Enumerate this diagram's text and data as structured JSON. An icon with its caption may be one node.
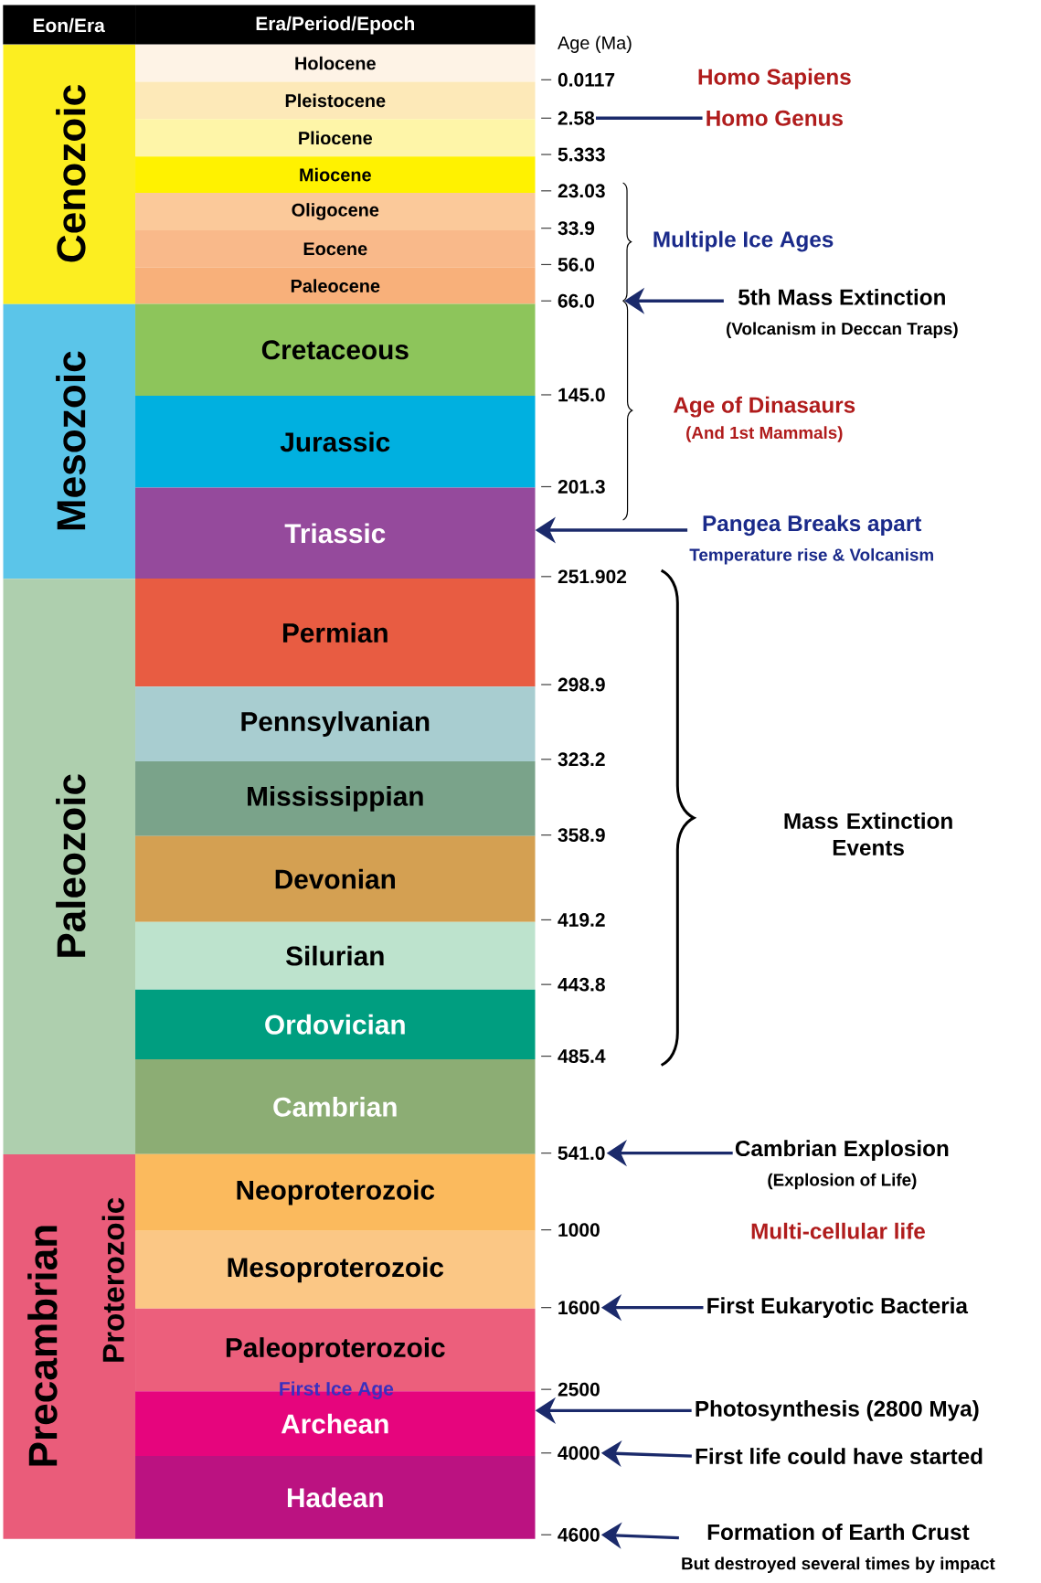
{
  "diagram": {
    "nodes": [
      {
        "text": [
          "Cenozoic"
        ]
      },
      {
        "text": [
          "Mesozoic"
        ]
      },
      {
        "text": [
          "Paleozoic"
        ]
      },
      {
        "text": [
          "Precambrian",
          "Proterozoic"
        ]
      },
      {
        "text": [
          "Holocene"
        ]
      },
      {
        "text": [
          "Pleistocene"
        ]
      },
      {
        "text": [
          "Pliocene"
        ]
      },
      {
        "text": [
          "Miocene"
        ]
      },
      {
        "text": [
          "Oligocene"
        ]
      },
      {
        "text": [
          "Eocene"
        ]
      },
      {
        "text": [
          "Paleocene"
        ]
      },
      {
        "text": [
          "Cretaceous"
        ]
      },
      {
        "text": [
          "Jurassic"
        ]
      },
      {
        "text": [
          "Triassic"
        ]
      },
      {
        "text": [
          "Permian"
        ]
      },
      {
        "text": [
          "Pennsylvanian"
        ]
      },
      {
        "text": [
          "Mississippian"
        ]
      },
      {
        "text": [
          "Devonian"
        ]
      },
      {
        "text": [
          "Silurian"
        ]
      },
      {
        "text": [
          "Ordovician"
        ]
      },
      {
        "text": [
          "Cambrian"
        ]
      },
      {
        "text": [
          "Neoproterozoic"
        ]
      },
      {
        "text": [
          "Mesoproterozoic"
        ]
      },
      {
        "text": [
          "Paleoproterozoic"
        ]
      },
      {
        "text": [
          "Archean"
        ]
      },
      {
        "text": [
          "Hadean"
        ]
      },
      {
        "text": [
          "2.58"
        ]
      },
      {
        "text": [
          "66.0"
        ]
      },
      {
        "text": [
          "541.0"
        ]
      },
      {
        "text": [
          "1600"
        ]
      },
      {
        "text": [
          "4000"
        ]
      },
      {
        "text": [
          "4600"
        ]
      },
      {
        "text": [
          "Homo Genus"
        ]
      },
      {
        "text": [
          "5th Mass Extinction",
          "(Volcanism in Deccan Traps)"
        ]
      },
      {
        "text": [
          "Pangea Breaks apart",
          "Temperature rise & Volcanism"
        ]
      },
      {
        "text": [
          "Cambrian Explosion",
          "(Explosion of Life)"
        ]
      },
      {
        "text": [
          "First Eukaryotic Bacteria"
        ]
      },
      {
        "text": [
          "Photosynthesis (2800 Mya)"
        ]
      },
      {
        "text": [
          "First life could have started"
        ]
      },
      {
        "text": [
          "Formation of Earth Crust",
          "But destroyed several times by impact"
        ]
      }
    ],
    "edges": [
      {
        "from": 26,
        "to": 32,
        "arrow": "none"
      },
      {
        "from": 33,
        "to": 27,
        "arrow": "to"
      },
      {
        "from": 34,
        "to": 13,
        "arrow": "to"
      },
      {
        "from": 35,
        "to": 28,
        "arrow": "to"
      },
      {
        "from": 36,
        "to": 29,
        "arrow": "to"
      },
      {
        "from": 37,
        "to": 24,
        "arrow": "to"
      },
      {
        "from": 38,
        "to": 30,
        "arrow": "to"
      },
      {
        "from": 39,
        "to": 31,
        "arrow": "to"
      }
    ],
    "labels": [
      "Eon/Era",
      "Era/Period/Epoch",
      "Age (Ma)",
      "0.0117",
      "Homo Sapiens",
      "5.333",
      "23.03",
      "33.9",
      "Multiple Ice Ages",
      "56.0",
      "145.0",
      "Age of Dinasaurs",
      "(And 1st Mammals)",
      "201.3",
      "251.902",
      "298.9",
      "323.2",
      "Mass Extinction Events",
      "358.9",
      "419.2",
      "443.8",
      "485.4",
      "1000",
      "Multi-cellular life",
      "First Ice Age",
      "2500"
    ]
  }
}
